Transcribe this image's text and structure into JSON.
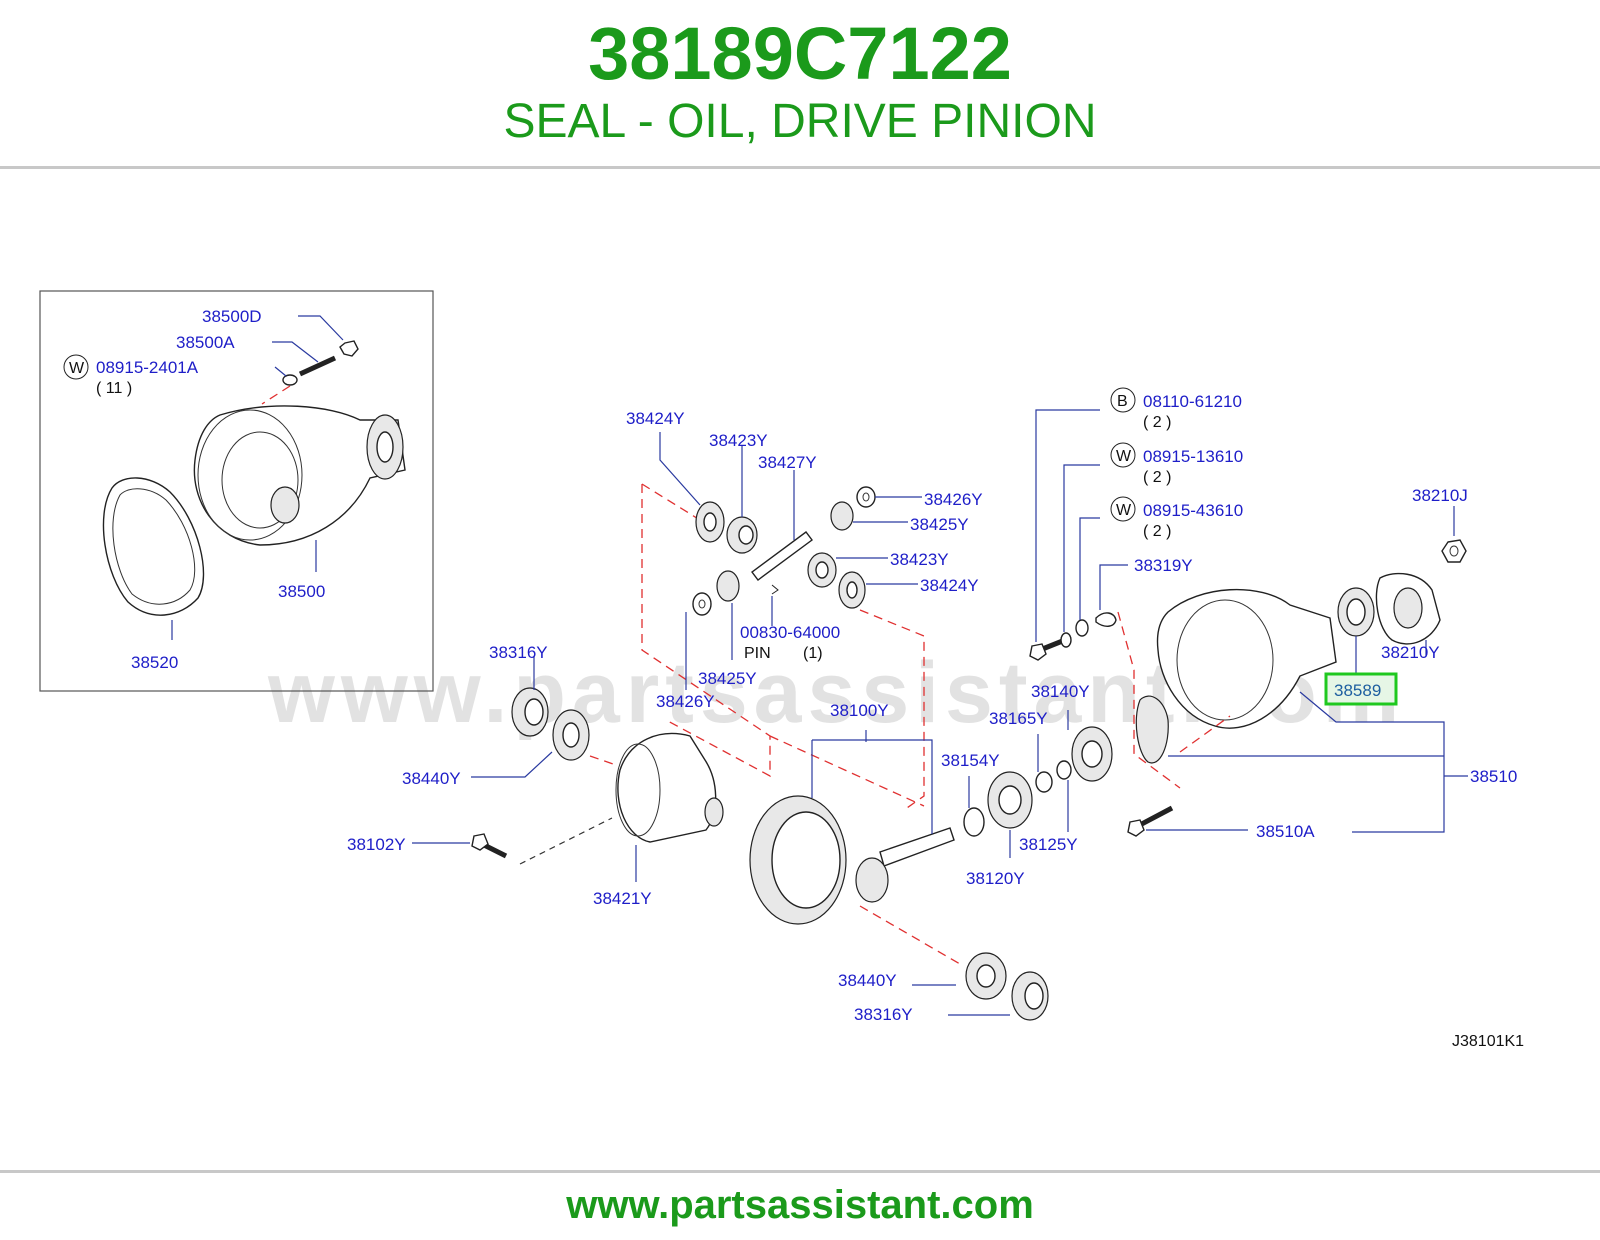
{
  "header": {
    "part_number": "38189C7122",
    "description": "SEAL - OIL, DRIVE PINION"
  },
  "watermark": "www.partsassistant.com",
  "footer": {
    "url": "www.partsassistant.com"
  },
  "diagram": {
    "code": "J38101K1",
    "highlight_color": "#1fc81f",
    "title_color": "#1b9a1b",
    "label_color": "#1e1ec8",
    "inset": {
      "labels": {
        "l38500D": "38500D",
        "l38500A": "38500A",
        "l08915_2401A": "08915-2401A",
        "q11": "( 11 )",
        "l38500": "38500",
        "l38520": "38520"
      }
    },
    "labels": {
      "l38424Y_a": "38424Y",
      "l38423Y_a": "38423Y",
      "l38427Y": "38427Y",
      "l38426Y_a": "38426Y",
      "l38425Y_a": "38425Y",
      "l38423Y_b": "38423Y",
      "l38424Y_b": "38424Y",
      "l00830_64000": "00830-64000",
      "pin": "PIN",
      "pin_qty": "(1)",
      "l38425Y_b": "38425Y",
      "l38426Y_b": "38426Y",
      "l38316Y_a": "38316Y",
      "l38440Y_a": "38440Y",
      "l38102Y": "38102Y",
      "l38421Y": "38421Y",
      "l38100Y": "38100Y",
      "l38154Y": "38154Y",
      "l38165Y": "38165Y",
      "l38140Y": "38140Y",
      "l38120Y": "38120Y",
      "l38125Y": "38125Y",
      "l38440Y_b": "38440Y",
      "l38316Y_b": "38316Y",
      "l08110_61210": "08110-61210",
      "q2_a": "( 2 )",
      "l08915_13610": "08915-13610",
      "q2_b": "( 2 )",
      "l08915_43610": "08915-43610",
      "q2_c": "( 2 )",
      "l38319Y": "38319Y",
      "l38210J": "38210J",
      "l38210Y": "38210Y",
      "l38589": "38589",
      "l38510": "38510",
      "l38510A": "38510A"
    },
    "callout_letters": {
      "w1": "W",
      "b": "B",
      "w2": "W",
      "w3": "W"
    }
  }
}
